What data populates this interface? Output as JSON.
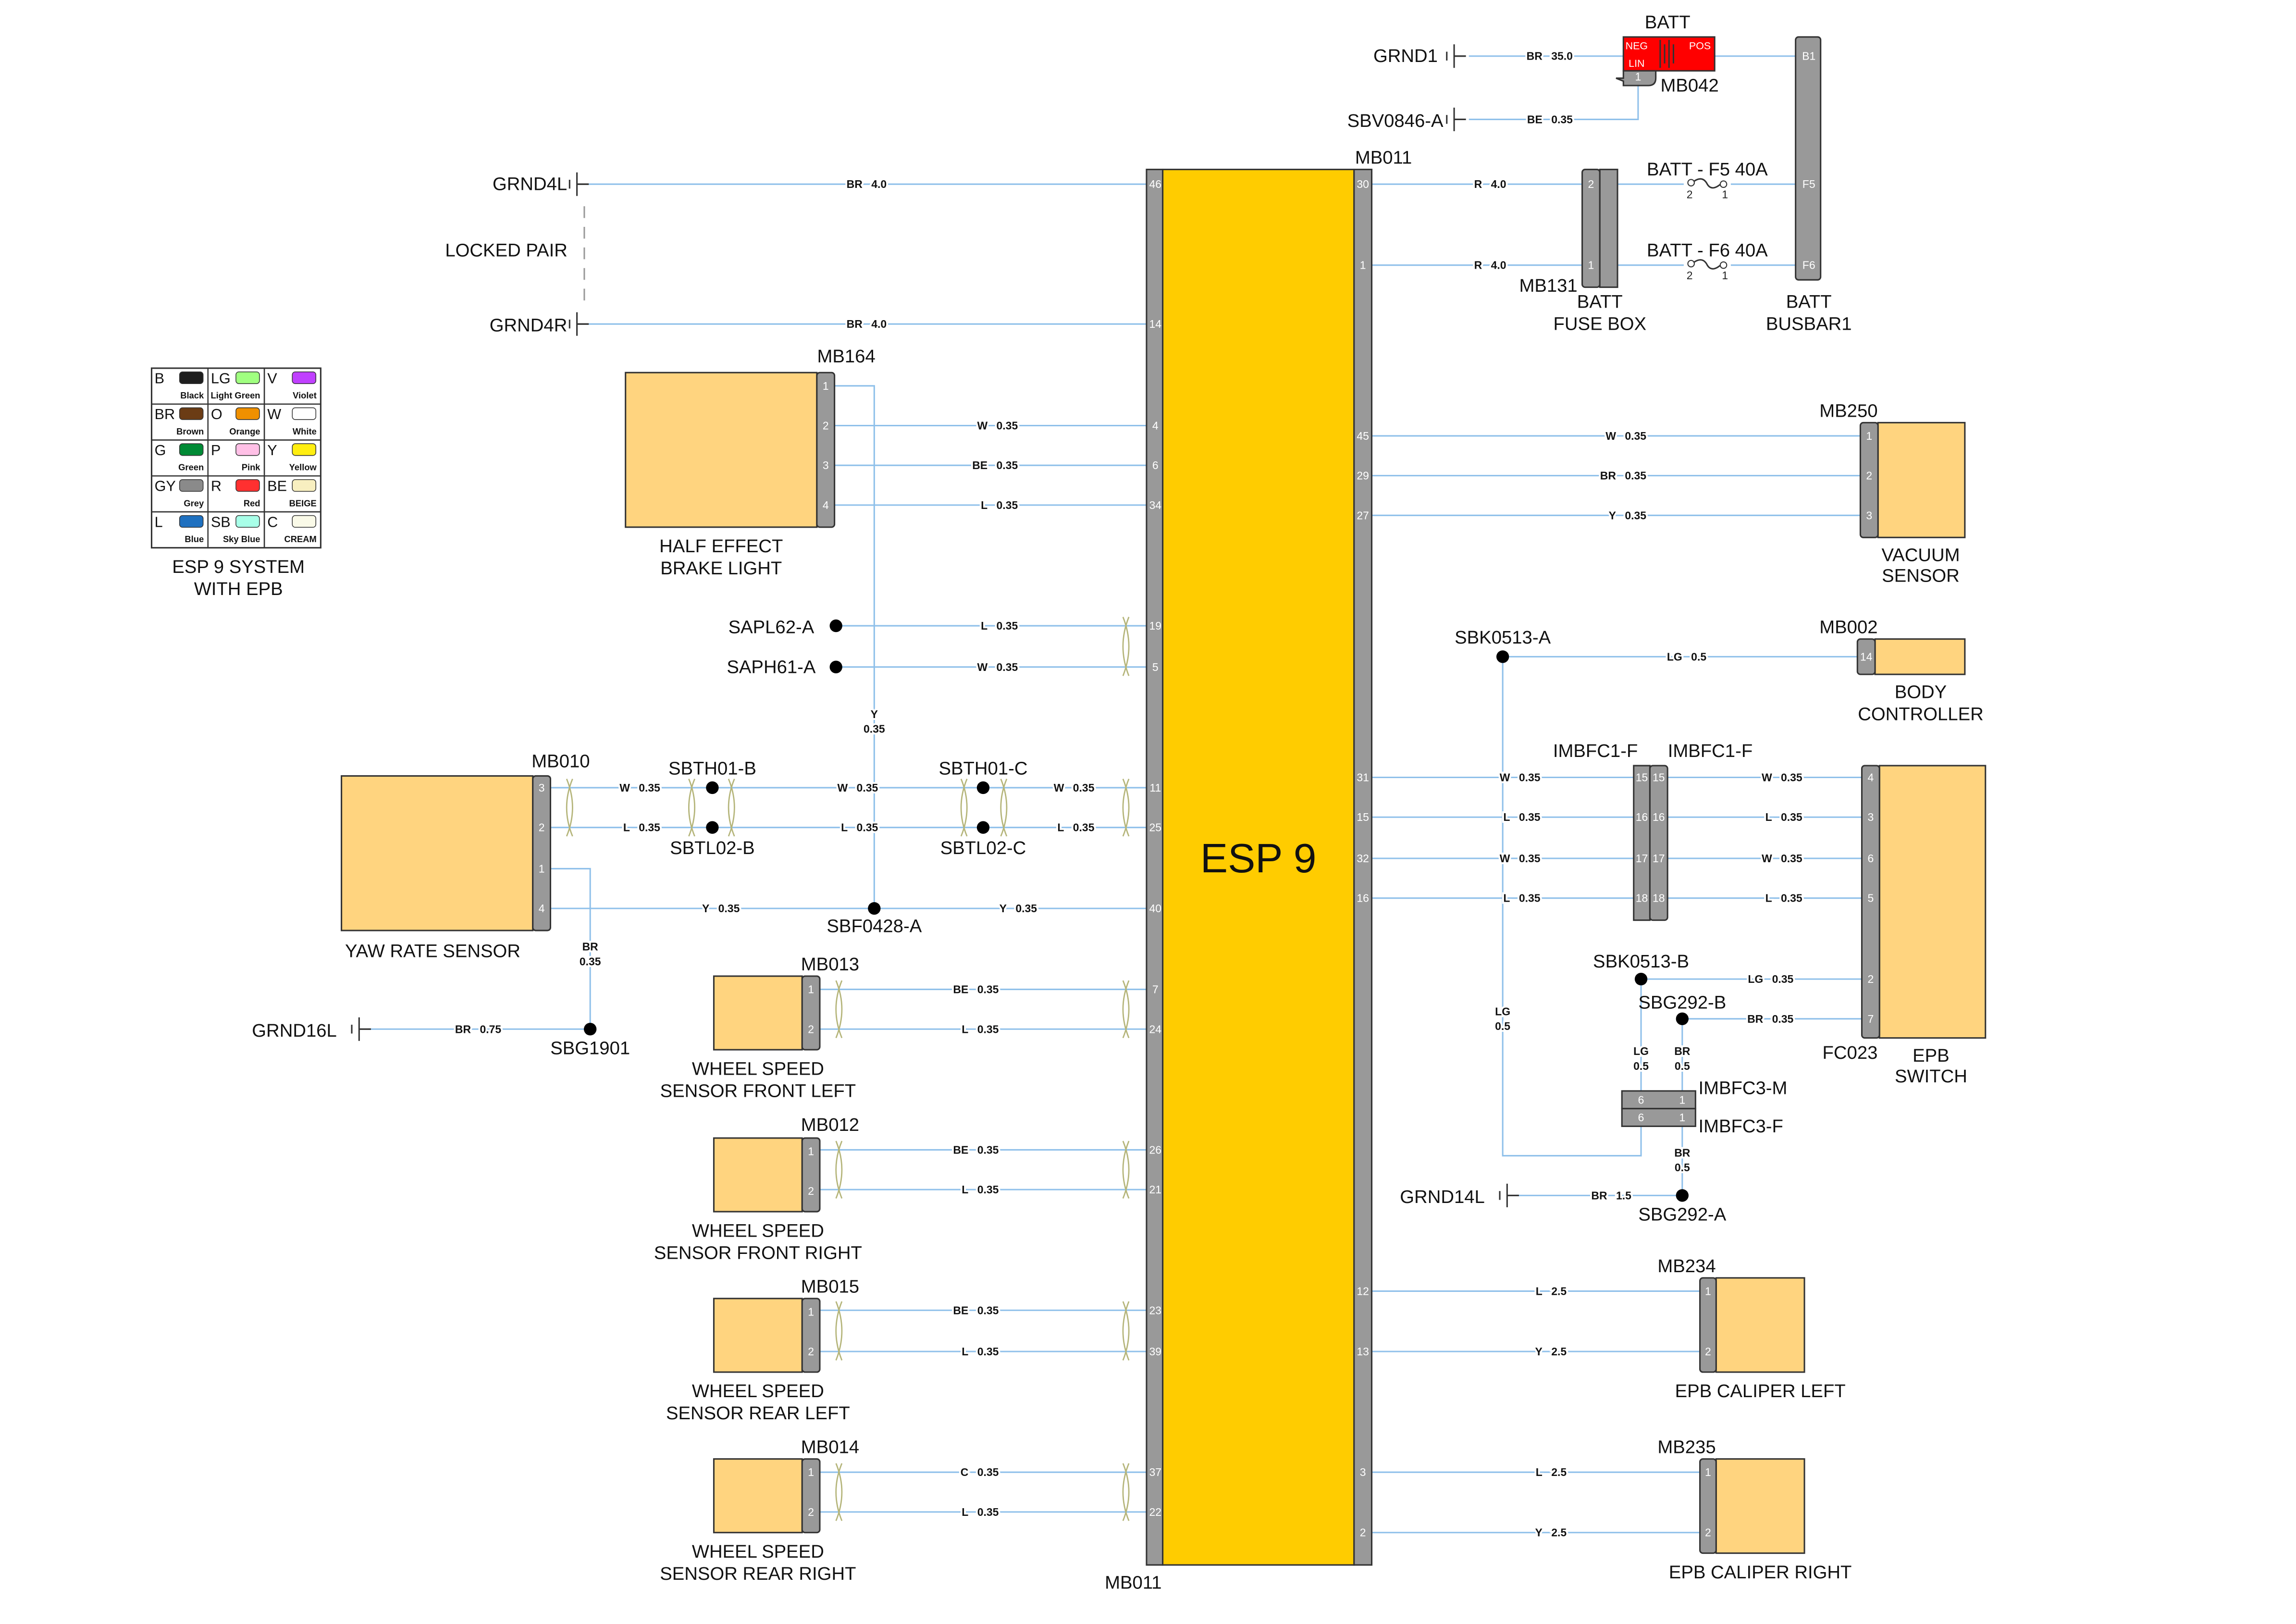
{
  "title": {
    "line1": "ESP 9 SYSTEM",
    "line2": "WITH EPB"
  },
  "legend": [
    {
      "code": "B",
      "name": "Black",
      "color": "#1e1e1e"
    },
    {
      "code": "LG",
      "name": "Light Green",
      "color": "#a0ff80"
    },
    {
      "code": "V",
      "name": "Violet",
      "color": "#c040ff"
    },
    {
      "code": "BR",
      "name": "Brown",
      "color": "#6b3c15"
    },
    {
      "code": "O",
      "name": "Orange",
      "color": "#f09000"
    },
    {
      "code": "W",
      "name": "White",
      "color": "#ffffff"
    },
    {
      "code": "G",
      "name": "Green",
      "color": "#008a35"
    },
    {
      "code": "P",
      "name": "Pink",
      "color": "#ffc0e6"
    },
    {
      "code": "Y",
      "name": "Yellow",
      "color": "#ffee10"
    },
    {
      "code": "GY",
      "name": "Grey",
      "color": "#8a8a8a"
    },
    {
      "code": "R",
      "name": "Red",
      "color": "#ff3030"
    },
    {
      "code": "BE",
      "name": "BEIGE",
      "color": "#f8efc0"
    },
    {
      "code": "L",
      "name": "Blue",
      "color": "#1e70c0"
    },
    {
      "code": "SB",
      "name": "Sky Blue",
      "color": "#a8ffe8"
    },
    {
      "code": "C",
      "name": "CREAM",
      "color": "#fafae8"
    }
  ],
  "ecu": {
    "name": "ESP 9",
    "connector_top": "MB011",
    "connector_bottom": "MB011",
    "color": "#ffcc00"
  },
  "labels": {
    "grnd4l": "GRND4L",
    "locked_pair": "LOCKED PAIR",
    "grnd4r": "GRND4R",
    "mb164": "MB164",
    "mb164_name1": "HALF EFFECT",
    "mb164_name2": "BRAKE LIGHT",
    "sapl62": "SAPL62-A",
    "saph61": "SAPH61-A",
    "mb010": "MB010",
    "yaw_name": "YAW RATE SENSOR",
    "sbth01b": "SBTH01-B",
    "sbtl02b": "SBTL02-B",
    "sbth01c": "SBTH01-C",
    "sbtl02c": "SBTL02-C",
    "sbf0428": "SBF0428-A",
    "grnd16l": "GRND16L",
    "sbg1901": "SBG1901",
    "mb013": "MB013",
    "mb013_name1": "WHEEL SPEED",
    "mb013_name2": "SENSOR FRONT LEFT",
    "mb012": "MB012",
    "mb012_name1": "WHEEL SPEED",
    "mb012_name2": "SENSOR FRONT RIGHT",
    "mb015": "MB015",
    "mb015_name1": "WHEEL SPEED",
    "mb015_name2": "SENSOR REAR LEFT",
    "mb014": "MB014",
    "mb014_name1": "WHEEL SPEED",
    "mb014_name2": "SENSOR REAR RIGHT",
    "grnd1": "GRND1",
    "sbv0846": "SBV0846-A",
    "batt": "BATT",
    "batt_neg": "NEG",
    "batt_pos": "POS",
    "batt_lin": "LIN",
    "mb042": "MB042",
    "fuse_f5": "BATT - F5 40A",
    "fuse_f6": "BATT - F6 40A",
    "mb131": "MB131",
    "fusebox1": "BATT",
    "fusebox2": "FUSE BOX",
    "busbar1": "BATT",
    "busbar2": "BUSBAR1",
    "mb250": "MB250",
    "vac1": "VACUUM",
    "vac2": "SENSOR",
    "mb002": "MB002",
    "body1": "BODY",
    "body2": "CONTROLLER",
    "sbk0513a": "SBK0513-A",
    "imbfc1_left": "IMBFC1-F",
    "imbfc1_right": "IMBFC1-F",
    "sbk0513b": "SBK0513-B",
    "sbg292b": "SBG292-B",
    "imbfc3m": "IMBFC3-M",
    "imbfc3f": "IMBFC3-F",
    "grnd14l": "GRND14L",
    "sbg292a": "SBG292-A",
    "fc023": "FC023",
    "epb1": "EPB",
    "epb2": "SWITCH",
    "mb234": "MB234",
    "cal_left": "EPB CALIPER LEFT",
    "mb235": "MB235",
    "cal_right": "EPB CALIPER RIGHT"
  },
  "pins": {
    "mb011_left": [
      "46",
      "14",
      "4",
      "6",
      "34",
      "19",
      "5",
      "11",
      "25",
      "40",
      "7",
      "24",
      "26",
      "21",
      "23",
      "39",
      "37",
      "22"
    ],
    "mb011_right": [
      "30",
      "1",
      "45",
      "29",
      "27",
      "31",
      "15",
      "32",
      "16",
      "12",
      "13",
      "3",
      "2"
    ],
    "mb164": [
      "1",
      "2",
      "3",
      "4"
    ],
    "mb010": [
      "3",
      "2",
      "1",
      "4"
    ],
    "mb013": [
      "1",
      "2"
    ],
    "mb012": [
      "1",
      "2"
    ],
    "mb015": [
      "1",
      "2"
    ],
    "mb014": [
      "1",
      "2"
    ],
    "mb042": [
      "1"
    ],
    "mb131": [
      "2",
      "1"
    ],
    "busbar": [
      "B1",
      "F5",
      "F6"
    ],
    "fuse": [
      "2",
      "1"
    ],
    "mb250": [
      "1",
      "2",
      "3"
    ],
    "mb002": [
      "14"
    ],
    "imbfc1_left": [
      "15",
      "16",
      "17",
      "18"
    ],
    "imbfc1_right": [
      "15",
      "16",
      "17",
      "18"
    ],
    "imbfc3": [
      "6",
      "1"
    ],
    "fc023": [
      "4",
      "3",
      "6",
      "5",
      "2",
      "7"
    ],
    "mb234": [
      "1",
      "2"
    ],
    "mb235": [
      "1",
      "2"
    ]
  },
  "wires": {
    "grnd4l": {
      "code": "BR",
      "size": "4.0"
    },
    "grnd4r": {
      "code": "BR",
      "size": "4.0"
    },
    "mb164_1": {
      "code": "Y",
      "size": "0.35"
    },
    "mb164_2": {
      "code": "W",
      "size": "0.35"
    },
    "mb164_3": {
      "code": "BE",
      "size": "0.35"
    },
    "mb164_4": {
      "code": "L",
      "size": "0.35"
    },
    "sapl62": {
      "code": "L",
      "size": "0.35"
    },
    "saph61": {
      "code": "W",
      "size": "0.35"
    },
    "yaw3a": {
      "code": "W",
      "size": "0.35"
    },
    "yaw3b": {
      "code": "W",
      "size": "0.35"
    },
    "yaw3c": {
      "code": "W",
      "size": "0.35"
    },
    "yaw2a": {
      "code": "L",
      "size": "0.35"
    },
    "yaw2b": {
      "code": "L",
      "size": "0.35"
    },
    "yaw2c": {
      "code": "L",
      "size": "0.35"
    },
    "yaw4a": {
      "code": "Y",
      "size": "0.35"
    },
    "yaw4b": {
      "code": "Y",
      "size": "0.35"
    },
    "yaw1": {
      "code": "BR",
      "size": "0.35"
    },
    "grnd16l": {
      "code": "BR",
      "size": "0.75"
    },
    "mb013_1": {
      "code": "BE",
      "size": "0.35"
    },
    "mb013_2": {
      "code": "L",
      "size": "0.35"
    },
    "mb012_1": {
      "code": "BE",
      "size": "0.35"
    },
    "mb012_2": {
      "code": "L",
      "size": "0.35"
    },
    "mb015_1": {
      "code": "BE",
      "size": "0.35"
    },
    "mb015_2": {
      "code": "L",
      "size": "0.35"
    },
    "mb014_1": {
      "code": "C",
      "size": "0.35"
    },
    "mb014_2": {
      "code": "L",
      "size": "0.35"
    },
    "grnd1": {
      "code": "BR",
      "size": "35.0"
    },
    "sbv0846": {
      "code": "BE",
      "size": "0.35"
    },
    "r30": {
      "code": "R",
      "size": "4.0"
    },
    "r1": {
      "code": "R",
      "size": "4.0"
    },
    "r45": {
      "code": "W",
      "size": "0.35"
    },
    "r29": {
      "code": "BR",
      "size": "0.35"
    },
    "r27": {
      "code": "Y",
      "size": "0.35"
    },
    "sbka": {
      "code": "LG",
      "size": "0.5"
    },
    "sbka_down": {
      "code": "LG",
      "size": "0.5"
    },
    "r31": {
      "code": "W",
      "size": "0.35"
    },
    "r15": {
      "code": "L",
      "size": "0.35"
    },
    "r32": {
      "code": "W",
      "size": "0.35"
    },
    "r16": {
      "code": "L",
      "size": "0.35"
    },
    "c15": {
      "code": "W",
      "size": "0.35"
    },
    "c16": {
      "code": "L",
      "size": "0.35"
    },
    "c17": {
      "code": "W",
      "size": "0.35"
    },
    "c18": {
      "code": "L",
      "size": "0.35"
    },
    "sbkb": {
      "code": "LG",
      "size": "0.35"
    },
    "sbgb": {
      "code": "BR",
      "size": "0.35"
    },
    "sbkb_down": {
      "code": "LG",
      "size": "0.5"
    },
    "sbgb_down": {
      "code": "BR",
      "size": "0.5"
    },
    "imbfc3_down": {
      "code": "BR",
      "size": "0.5"
    },
    "grnd14l": {
      "code": "BR",
      "size": "1.5"
    },
    "r12": {
      "code": "L",
      "size": "2.5"
    },
    "r13": {
      "code": "Y",
      "size": "2.5"
    },
    "r3": {
      "code": "L",
      "size": "2.5"
    },
    "r2": {
      "code": "Y",
      "size": "2.5"
    }
  }
}
